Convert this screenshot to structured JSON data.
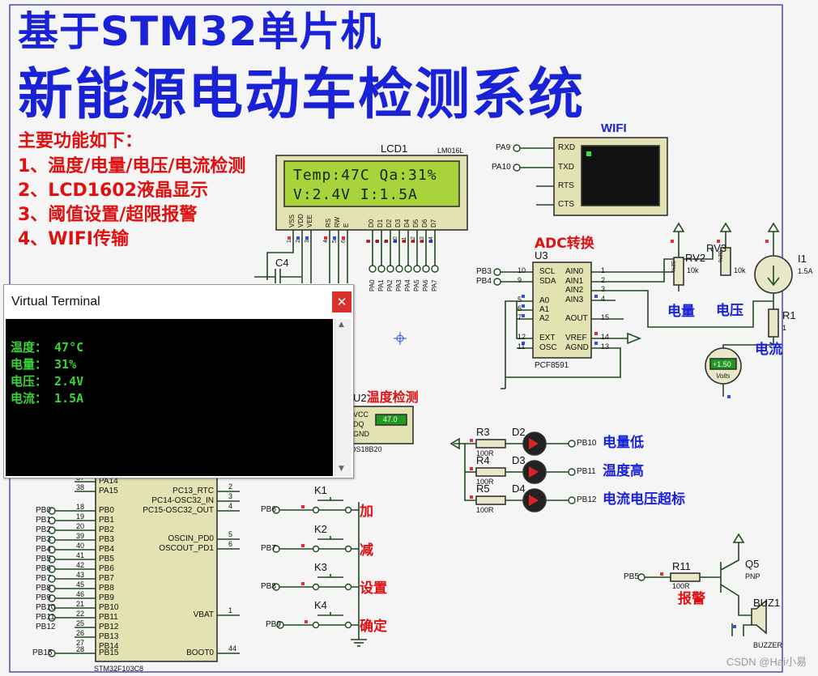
{
  "title": {
    "line1": "基于STM32单片机",
    "line2": "新能源电动车检测系统"
  },
  "features": {
    "heading": "主要功能如下：",
    "items": [
      "1、温度/电量/电压/电流检测",
      "2、LCD1602液晶显示",
      "3、阈值设置/超限报警",
      "4、WIFI传输"
    ]
  },
  "lcd": {
    "ref": "LCD1",
    "model": "LM016L",
    "row1": "Temp:47C  Qa:31%",
    "row2": "V:2.4V     I:1.5A",
    "pins": [
      "VSS",
      "VDD",
      "VEE",
      "RS",
      "RW",
      "E",
      "D0",
      "D1",
      "D2",
      "D3",
      "D4",
      "D5",
      "D6",
      "D7"
    ],
    "pin_numbers": [
      "1",
      "2",
      "3",
      "4",
      "5",
      "6",
      "7",
      "8",
      "9",
      "10",
      "11",
      "12",
      "13",
      "14"
    ],
    "bus": [
      "PA0",
      "PA1",
      "PA2",
      "PA3",
      "PA4",
      "PA5",
      "PA6",
      "PA7"
    ]
  },
  "wifi": {
    "label": "WIFI",
    "pins": [
      "RXD",
      "TXD",
      "RTS",
      "CTS"
    ],
    "nets": [
      "PA9",
      "PA10"
    ]
  },
  "adc": {
    "annotation": "ADC转换",
    "ref": "U3",
    "model": "PCF8591",
    "left_pins": [
      "SCL",
      "SDA",
      "A0",
      "A1",
      "A2",
      "EXT",
      "OSC"
    ],
    "left_nums": [
      "10",
      "9",
      "5",
      "6",
      "7",
      "12",
      "11"
    ],
    "right_pins": [
      "AIN0",
      "AIN1",
      "AIN2",
      "AIN3",
      "AOUT",
      "VREF",
      "AGND"
    ],
    "right_nums": [
      "1",
      "2",
      "3",
      "4",
      "15",
      "14",
      "13"
    ],
    "nets": [
      "PB3",
      "PB4"
    ]
  },
  "rv2": {
    "ref": "RV2",
    "value": "10k",
    "wiper": "32%"
  },
  "rv3": {
    "ref": "RV3",
    "value": "10k",
    "wiper": "32%"
  },
  "i1": {
    "ref": "I1",
    "value": "1.5A"
  },
  "r1": {
    "ref": "R1",
    "value": "1"
  },
  "voltmeter": {
    "reading": "+1.50",
    "unit": "Volts"
  },
  "annotations": {
    "charge": "电量",
    "voltage": "电压",
    "current": "电流",
    "temp": "温度检测"
  },
  "c4": {
    "ref": "C4"
  },
  "terminal": {
    "title": "Virtual Terminal",
    "close": "✕",
    "lines": [
      "温度： 47°C",
      "电量： 31%",
      "电压： 2.4V",
      "电流： 1.5A"
    ]
  },
  "ds18b20": {
    "ref": "U2",
    "model": "DS18B20",
    "pins": [
      "VCC",
      "DQ",
      "GND"
    ],
    "reading": "47.0"
  },
  "leds": [
    {
      "r": "R3",
      "rv": "100R",
      "d": "D2",
      "net": "PB10",
      "label": "电量低"
    },
    {
      "r": "R4",
      "rv": "100R",
      "d": "D3",
      "net": "PB11",
      "label": "温度高"
    },
    {
      "r": "R5",
      "rv": "100R",
      "d": "D4",
      "net": "PB12",
      "label": "电流电压超标"
    }
  ],
  "keys": [
    {
      "ref": "K1",
      "net": "PB6",
      "label": "加"
    },
    {
      "ref": "K2",
      "net": "PB7",
      "label": "减"
    },
    {
      "ref": "K3",
      "net": "PB8",
      "label": "设置"
    },
    {
      "ref": "K4",
      "net": "PB9",
      "label": "确定"
    }
  ],
  "buzzer": {
    "r": "R11",
    "rv": "100R",
    "q": "Q5",
    "qtype": "PNP",
    "ref": "BUZ1",
    "model": "BUZZER",
    "net": "PB5"
  },
  "mcu": {
    "model": "STM32F103C8",
    "top_pins": [
      "PA14",
      "PA15"
    ],
    "top_nums": [
      "37",
      "38"
    ],
    "b_pins": [
      "PB0",
      "PB1",
      "PB2",
      "PB3",
      "PB4",
      "PB5",
      "PB6",
      "PB7",
      "PB8",
      "PB9",
      "PB10",
      "PB11",
      "PB12",
      "PB13",
      "PB14",
      "PB15"
    ],
    "b_nums": [
      "18",
      "19",
      "20",
      "39",
      "40",
      "41",
      "42",
      "43",
      "45",
      "46",
      "21",
      "22",
      "25",
      "26",
      "27",
      "28"
    ],
    "b_nets": [
      "PB0",
      "PB1",
      "PB2",
      "PB3",
      "PB4",
      "PB5",
      "PB6",
      "PB7",
      "PB8",
      "PB9",
      "PB10",
      "PB11",
      "PB12",
      "",
      "",
      "PB15"
    ],
    "right_pins": [
      "PC13_RTC",
      "PC14-OSC32_IN",
      "PC15-OSC32_OUT",
      "OSCIN_PD0",
      "OSCOUT_PD1",
      "VBAT",
      "BOOT0"
    ],
    "right_nums": [
      "2",
      "3",
      "4",
      "5",
      "6",
      "1",
      "44"
    ]
  },
  "watermark": "CSDN @Hai小易"
}
